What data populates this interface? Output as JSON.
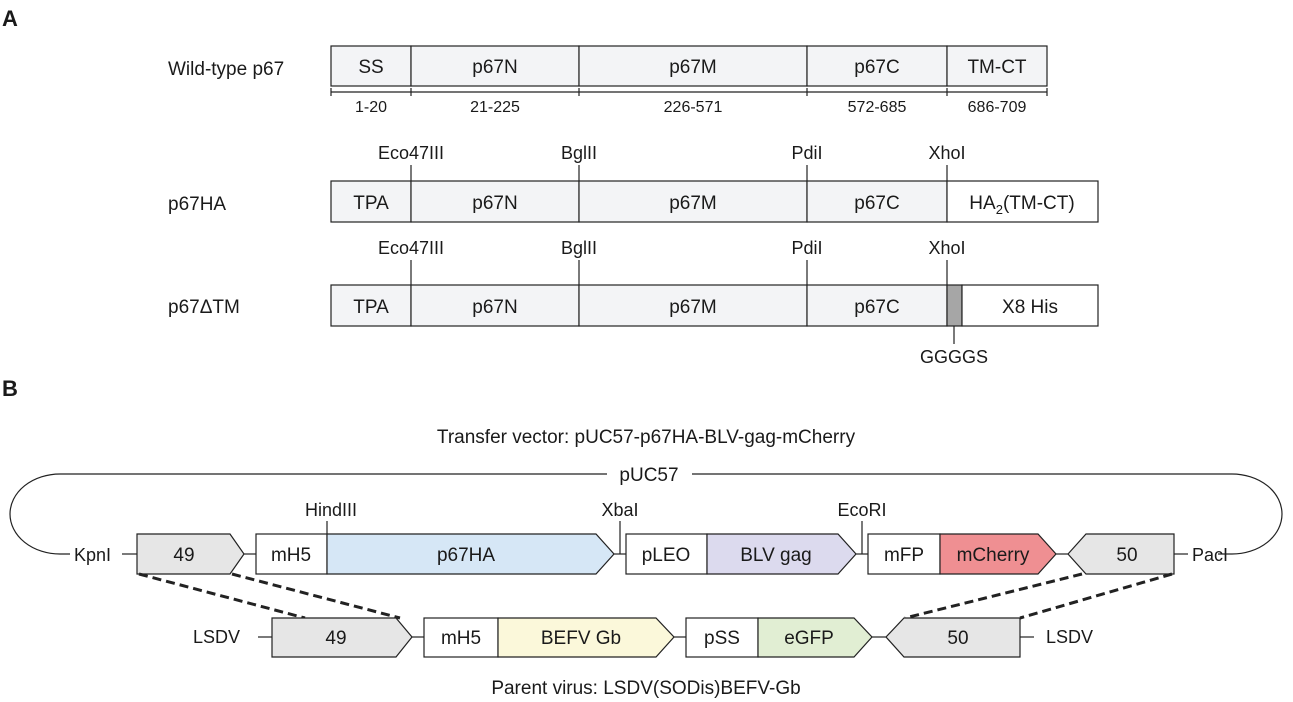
{
  "panel_a": {
    "letter": "A",
    "wildtype": {
      "label": "Wild-type p67",
      "segments": [
        "SS",
        "p67N",
        "p67M",
        "p67C",
        "TM-CT"
      ],
      "ranges": [
        "1-20",
        "21-225",
        "226-571",
        "572-685",
        "686-709"
      ]
    },
    "p67ha": {
      "label": "p67HA",
      "sites": [
        "Eco47III",
        "BglII",
        "PdiI",
        "XhoI"
      ],
      "segments": [
        "TPA",
        "p67N",
        "p67M",
        "p67C"
      ],
      "last_main": "HA",
      "last_sub": "2",
      "last_tail": "(TM-CT)"
    },
    "p67dtm": {
      "label": "p67ΔTM",
      "sites": [
        "Eco47III",
        "BglII",
        "PdiI",
        "XhoI"
      ],
      "segments": [
        "TPA",
        "p67N",
        "p67M",
        "p67C",
        "X8 His"
      ],
      "linker": "GGGGS"
    }
  },
  "panel_b": {
    "letter": "B",
    "transfer_title": "Transfer vector: pUC57-p67HA-BLV-gag-mCherry",
    "backbone": "pUC57",
    "left_site": "KpnI",
    "right_site": "PacI",
    "sites": [
      "HindIII",
      "XbaI",
      "EcoRI"
    ],
    "transfer_elements": [
      "49",
      "mH5",
      "p67HA",
      "pLEO",
      "BLV gag",
      "mFP",
      "mCherry",
      "50"
    ],
    "virus_left": "LSDV",
    "virus_right": "LSDV",
    "virus_elements": [
      "49",
      "mH5",
      "BEFV Gb",
      "pSS",
      "eGFP",
      "50"
    ],
    "virus_title": "Parent virus: LSDV(SODis)BEFV-Gb"
  },
  "colors": {
    "segment_fill": "#f3f4f6",
    "flank_fill": "#e6e6e6",
    "linker_fill": "#a6a6a6",
    "p67ha_fill": "#d6e7f6",
    "blvgag_fill": "#dcdaee",
    "mcherry_fill": "#ef8f92",
    "befvgb_fill": "#fbf8da",
    "egfp_fill": "#e1eed3"
  }
}
